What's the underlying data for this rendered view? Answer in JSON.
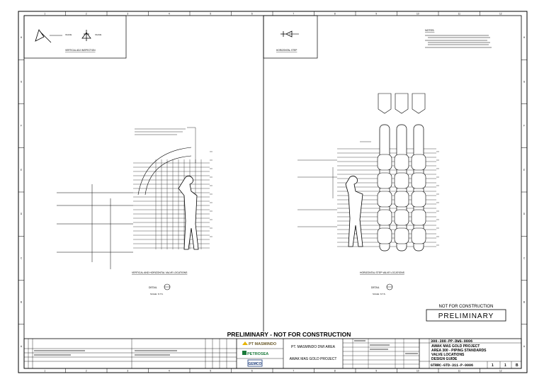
{
  "banner": "PRELIMINARY - NOT FOR CONSTRUCTION",
  "stamp": {
    "line1": "NOT FOR CONSTRUCTION",
    "line2": "PRELIMINARY"
  },
  "title_block": {
    "company": "PT MASMINDO",
    "company2": "PETROSEA",
    "company3": "GEMCO",
    "area": "PT. MASMINDO DWI AREA",
    "project": "AWAK MAS GOLD PROJECT",
    "drawing_no": "300-300-PP-DWG-0006",
    "title_lines": [
      "AWAK MAS GOLD PROJECT",
      "AREA 300 - PIPING STANDARDS",
      "VALVE LOCATIONS",
      "DESIGN GUIDE"
    ],
    "doc_no": "GTRRC-GTD-311-P-0006",
    "sheet": "1",
    "sheet_of": "1",
    "rev": "B"
  },
  "views": {
    "vertical_elevation": "VERTICAL ADJ INSPECTION",
    "horizontal_elevation": "HORIZONTAL STEP",
    "section_left": "VERTICAL AND HORIZONTAL VALVE LOCATIONS",
    "section_right": "HORIZONTAL STEP VALVE LOCATIONS",
    "detail_label_left": "DETAIL",
    "detail_label_right": "DETAIL",
    "detail_note": "SCALE: N.T.S.",
    "notes_heading": "NOTES:"
  },
  "grid": {
    "cols": [
      "1",
      "2",
      "3",
      "4",
      "5",
      "6",
      "7",
      "8",
      "9",
      "10",
      "11",
      "12"
    ],
    "rows": [
      "A",
      "B",
      "C",
      "D",
      "E",
      "F",
      "G",
      "H"
    ]
  }
}
